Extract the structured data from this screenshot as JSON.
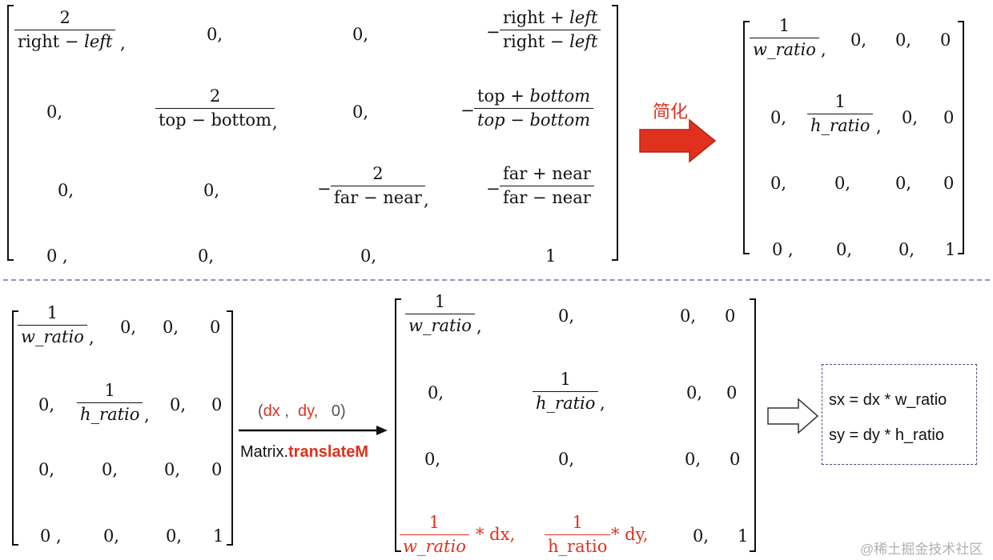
{
  "labels": {
    "simplify": "简化",
    "translate_params": {
      "dx": "dx",
      "sep1": ",",
      "dy": "dy",
      "sep2": ",",
      "zero": "0)",
      "open": "("
    },
    "translate_call": {
      "prefix": "Matrix.",
      "method": "translateM"
    },
    "result_sx": "sx = dx * w_ratio",
    "result_sy": "sy = dy * h_ratio",
    "watermark": "@稀土掘金技术社区"
  },
  "m1": {
    "r0c0": {
      "num": "2",
      "den": "right − left",
      "tail": ","
    },
    "r0c1": "0,",
    "r0c2": "0,",
    "r0c3": {
      "sign": "−",
      "num": "right + left",
      "den": "right − left"
    },
    "r1c0": "0,",
    "r1c1": {
      "num": "2",
      "den": "top − bottom",
      "tail": ","
    },
    "r1c2": "0,",
    "r1c3": {
      "sign": "−",
      "num": "top + bottom",
      "den": "top − bottom"
    },
    "r2c0": "0,",
    "r2c1": "0,",
    "r2c2": {
      "sign": "−",
      "num": "2",
      "den": "far − near",
      "tail": ","
    },
    "r2c3": {
      "sign": "−",
      "num": "far + near",
      "den": "far − near"
    },
    "r3c0": "0 ,",
    "r3c1": "0,",
    "r3c2": "0,",
    "r3c3": "1"
  },
  "m2": {
    "r0c0": {
      "num": "1",
      "den": "w_ratio",
      "tail": ","
    },
    "r0c1": "0,",
    "r0c2": "0,",
    "r0c3": "0",
    "r1c0": "0,",
    "r1c1": {
      "num": "1",
      "den": "h_ratio",
      "tail": ","
    },
    "r1c2": "0,",
    "r1c3": "0",
    "r2c0": "0,",
    "r2c1": "0,",
    "r2c2": "0,",
    "r2c3": "0",
    "r3c0": "0 ,",
    "r3c1": "0,",
    "r3c2": "0,",
    "r3c3": "1"
  },
  "m3": {
    "r0c0": {
      "num": "1",
      "den": "w_ratio",
      "tail": ","
    },
    "r0c1": "0,",
    "r0c2": "0,",
    "r0c3": "0",
    "r1c0": "0,",
    "r1c1": {
      "num": "1",
      "den": "h_ratio",
      "tail": ","
    },
    "r1c2": "0,",
    "r1c3": "0",
    "r2c0": "0,",
    "r2c1": "0,",
    "r2c2": "0,",
    "r2c3": "0",
    "r3c0": "0 ,",
    "r3c1": "0,",
    "r3c2": "0,",
    "r3c3": "1"
  },
  "m4": {
    "r0c0": {
      "num": "1",
      "den": "w_ratio",
      "tail": ","
    },
    "r0c1": "0,",
    "r0c2": "0,",
    "r0c3": "0",
    "r1c0": "0,",
    "r1c1": {
      "num": "1",
      "den": "h_ratio",
      "tail": ","
    },
    "r1c2": "0,",
    "r1c3": "0",
    "r2c0": "0,",
    "r2c1": "0,",
    "r2c2": "0,",
    "r2c3": "0",
    "r3c0": {
      "num": "1",
      "den": "w_ratio",
      "tail": "* dx,"
    },
    "r3c1": {
      "num": "1",
      "den": "h_ratio",
      "tail": "* dy,"
    },
    "r3c2": "0,",
    "r3c3": "1"
  },
  "colors": {
    "accent": "#e0301e",
    "dash": "#8a8fd6",
    "text": "#111111"
  }
}
